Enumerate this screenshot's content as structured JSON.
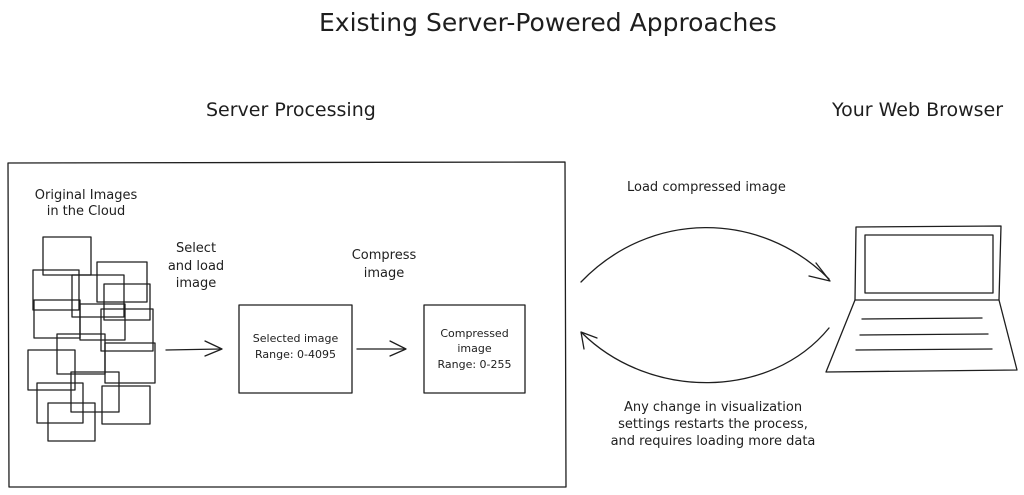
{
  "title": "Existing Server-Powered Approaches",
  "sections": {
    "server": "Server Processing",
    "browser": "Your Web Browser"
  },
  "server_box": {
    "original_images_line1": "Original Images",
    "original_images_line2": "in the Cloud",
    "select_line1": "Select",
    "select_line2": "and load",
    "select_line3": "image",
    "compress_line1": "Compress",
    "compress_line2": "image",
    "selected_image": {
      "label": "Selected image",
      "range": "Range: 0-4095"
    },
    "compressed_image": {
      "label_line1": "Compressed",
      "label_line2": "image",
      "range": "Range: 0-255"
    }
  },
  "flow": {
    "load_compressed": "Load compressed image",
    "note_line1": "Any change in visualization",
    "note_line2": "settings restarts the process,",
    "note_line3": "and requires loading more data"
  },
  "icons": {
    "laptop": "laptop-icon",
    "image_stack": "image-stack-icon"
  }
}
